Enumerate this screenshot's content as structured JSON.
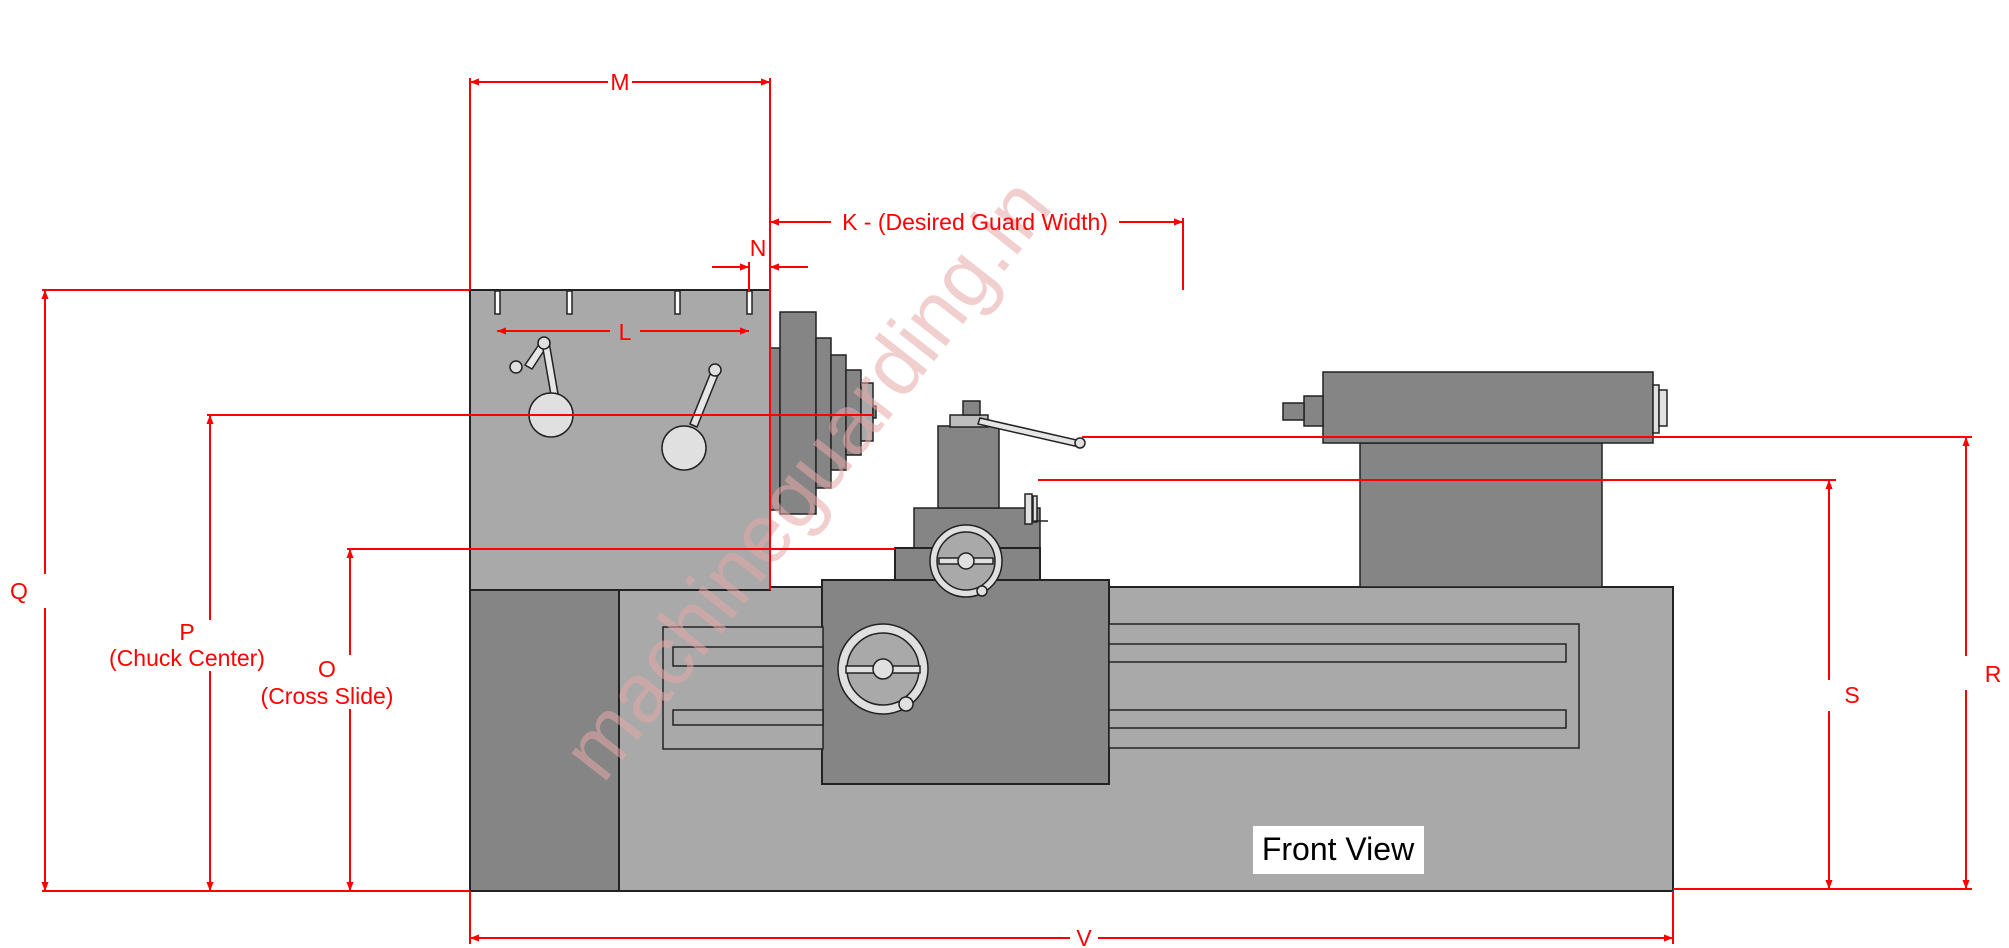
{
  "watermark": "machineguarding.in",
  "view_label": "Front View",
  "dimensions": {
    "m": "M",
    "n": "N",
    "k": "K - (Desired Guard Width)",
    "l": "L",
    "q": "Q",
    "p": "P",
    "p_note": "(Chuck Center)",
    "o": "O",
    "o_note": "(Cross Slide)",
    "s": "S",
    "r": "R",
    "v": "V"
  },
  "colors": {
    "dimension": "#ff0000",
    "machine_light": "#a9a9a9",
    "machine_dark": "#858585",
    "handwheel": "#e0e0e0"
  }
}
